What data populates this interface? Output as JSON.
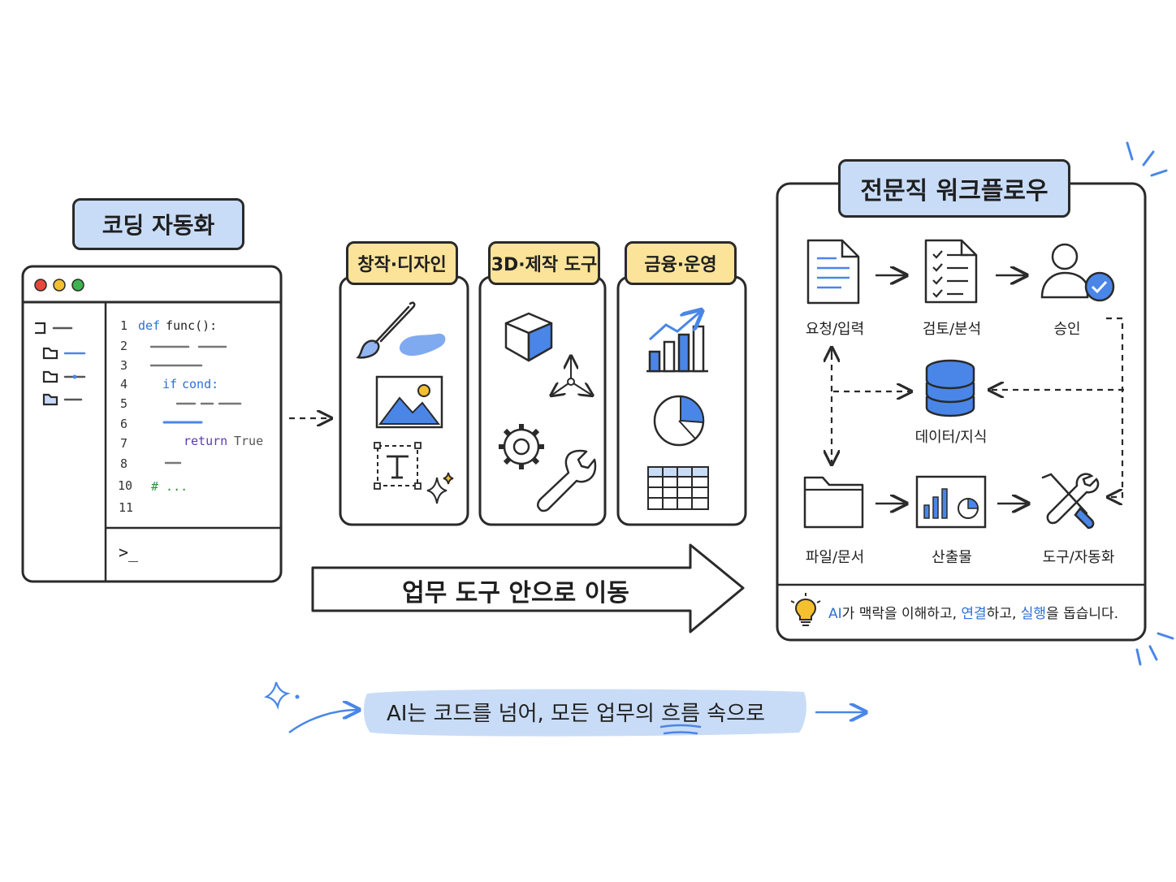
{
  "coding": {
    "title": "코딩 자동화",
    "line_numbers": [
      "1",
      "2",
      "3",
      "4",
      "5",
      "6",
      "7",
      "8",
      "10",
      "11"
    ],
    "code_def": "def",
    "code_func": "func():",
    "code_if": "if",
    "code_cond": "cond:",
    "code_return": "return",
    "code_true": "True",
    "code_comment": "# ...",
    "prompt": ">_"
  },
  "tools": {
    "creative": "창작·디자인",
    "threed": "3D·제작 도구",
    "finance": "금융·운영"
  },
  "move_arrow": "업무 도구 안으로 이동",
  "workflow": {
    "title": "전문직 워크플로우",
    "steps": {
      "request": "요청/입력",
      "review": "검토/분석",
      "approve": "승인",
      "data": "데이터/지식",
      "files": "파일/문서",
      "output": "산출물",
      "tools": "도구/자동화"
    },
    "note": {
      "ai": "AI",
      "t1": "가 맥락을 이해하고, ",
      "connect": "연결",
      "t2": "하고, ",
      "execute": "실행",
      "t3": "을 돕습니다."
    }
  },
  "banner": {
    "before": "AI는 코드를 넘어, 모든 업무의 ",
    "emphasis": "흐름",
    "after": " 속으로"
  },
  "colors": {
    "accent_blue": "#4a86e8",
    "tag_blue": "#c9dcf7",
    "tag_yellow": "#fbe39a",
    "ink": "#2a2a2a"
  }
}
